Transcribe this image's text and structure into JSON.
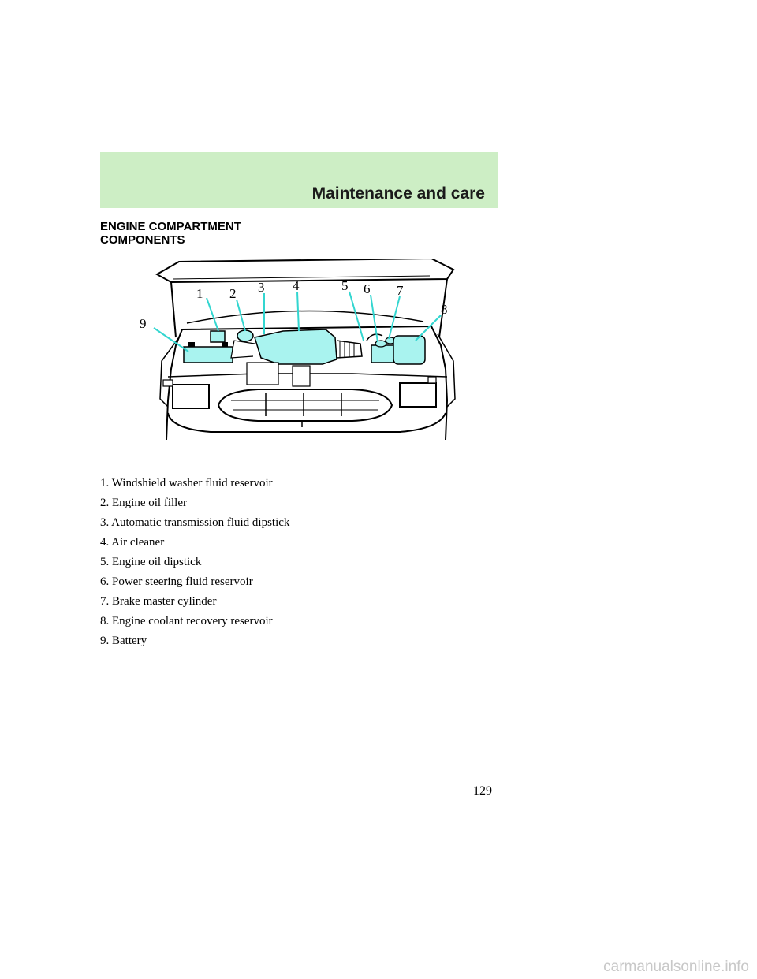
{
  "header": {
    "title": "Maintenance and care"
  },
  "section": {
    "heading_line1": "ENGINE COMPARTMENT",
    "heading_line2": "COMPONENTS"
  },
  "figure": {
    "callouts": [
      "1",
      "2",
      "3",
      "4",
      "5",
      "6",
      "7",
      "8",
      "9"
    ],
    "highlight_color": "#a9f3ef",
    "leader_color": "#33d6d0"
  },
  "components": [
    "1. Windshield washer fluid reservoir",
    "2. Engine oil filler",
    "3. Automatic transmission fluid dipstick",
    "4. Air cleaner",
    "5. Engine oil dipstick",
    "6. Power steering fluid reservoir",
    "7. Brake master cylinder",
    "8. Engine coolant recovery reservoir",
    "9. Battery"
  ],
  "page_number": "129",
  "watermark": "carmanualsonline.info"
}
